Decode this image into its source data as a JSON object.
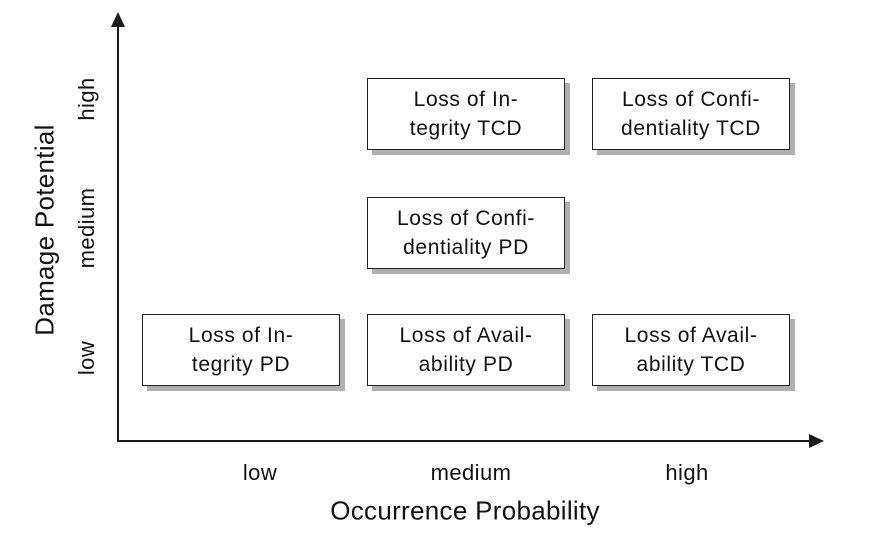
{
  "figure": {
    "x_axis": {
      "label": "Occurrence Probability",
      "ticks": [
        "low",
        "medium",
        "high"
      ]
    },
    "y_axis": {
      "label": "Damage Potential",
      "ticks": [
        "low",
        "medium",
        "high"
      ]
    },
    "boxes": [
      {
        "full": "Loss of Integrity TCD",
        "line1": "Loss of In-",
        "line2": "tegrity TCD",
        "x": "medium",
        "y": "high"
      },
      {
        "full": "Loss of Confidentiality TCD",
        "line1": "Loss of Confi-",
        "line2": "dentiality TCD",
        "x": "high",
        "y": "high"
      },
      {
        "full": "Loss of Confidentiality PD",
        "line1": "Loss of Confi-",
        "line2": "dentiality PD",
        "x": "medium",
        "y": "medium"
      },
      {
        "full": "Loss of Integrity PD",
        "line1": "Loss of In-",
        "line2": "tegrity PD",
        "x": "low",
        "y": "low"
      },
      {
        "full": "Loss of Availability PD",
        "line1": "Loss of Avail-",
        "line2": "ability PD",
        "x": "medium",
        "y": "low"
      },
      {
        "full": "Loss of Availability TCD",
        "line1": "Loss of Avail-",
        "line2": "ability TCD",
        "x": "high",
        "y": "low"
      }
    ]
  },
  "colors": {
    "background": "#ffffff",
    "text": "#111111",
    "axis": "#1a1a1a",
    "box_border": "#222222",
    "box_shadow": "#b0b0b0"
  },
  "chart_data": {
    "type": "scatter",
    "title": "",
    "xlabel": "Occurrence Probability",
    "ylabel": "Damage Potential",
    "x_ticks": [
      "low",
      "medium",
      "high"
    ],
    "y_ticks": [
      "low",
      "medium",
      "high"
    ],
    "grid": false,
    "legend": false,
    "points": [
      {
        "label": "Loss of Integrity TCD",
        "x": "medium",
        "y": "high"
      },
      {
        "label": "Loss of Confidentiality TCD",
        "x": "high",
        "y": "high"
      },
      {
        "label": "Loss of Confidentiality PD",
        "x": "medium",
        "y": "medium"
      },
      {
        "label": "Loss of Integrity PD",
        "x": "low",
        "y": "low"
      },
      {
        "label": "Loss of Availability PD",
        "x": "medium",
        "y": "low"
      },
      {
        "label": "Loss of Availability TCD",
        "x": "high",
        "y": "low"
      }
    ]
  }
}
